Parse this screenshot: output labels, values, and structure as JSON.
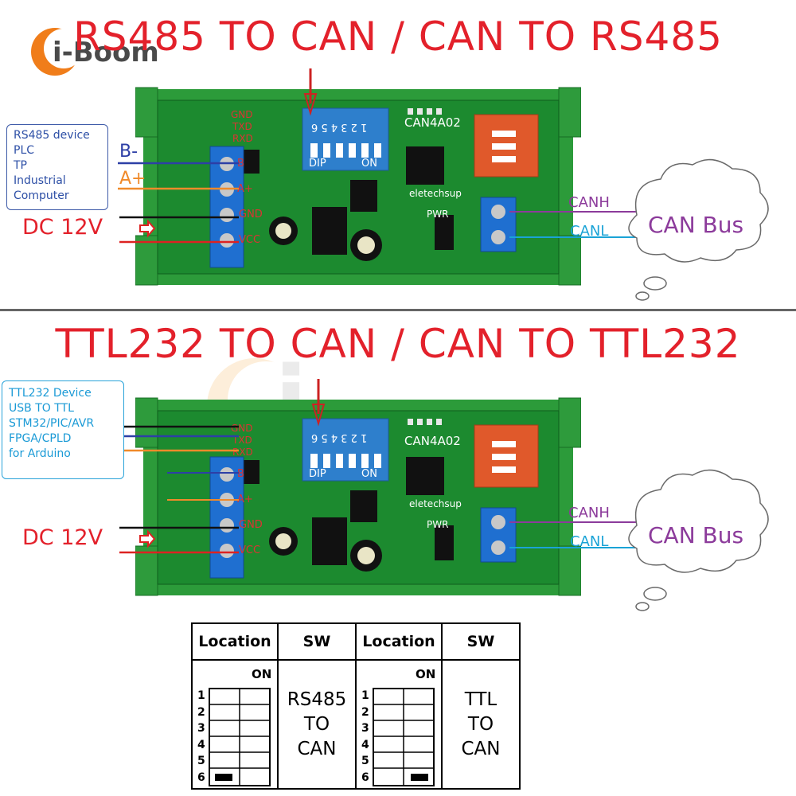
{
  "brand": {
    "logo_text": "i-Boom",
    "watermark_text": "i-Boom"
  },
  "section1": {
    "title": "RS485 TO CAN / CAN TO RS485",
    "device_box": [
      "RS485 device",
      "PLC",
      "TP",
      "Industrial",
      "Computer"
    ],
    "wire_b": "B-",
    "wire_a": "A+",
    "dc_label": "DC 12V",
    "canh": "CANH",
    "canl": "CANL",
    "can_bus": "CAN Bus"
  },
  "section2": {
    "title": "TTL232 TO CAN / CAN TO TTL232",
    "device_box": [
      "TTL232 Device",
      "USB TO TTL",
      "STM32/PIC/AVR",
      "FPGA/CPLD",
      "for Arduino"
    ],
    "dc_label": "DC 12V",
    "canh": "CANH",
    "canl": "CANL",
    "can_bus": "CAN Bus"
  },
  "board": {
    "model": "CAN4A02",
    "brand": "eletechsup",
    "pwr": "PWR",
    "dip": "DIP",
    "on": "ON",
    "dip_numbers": "1 2 3 4 5 6",
    "pins_left": [
      "GND",
      "TXD",
      "RXD"
    ],
    "terminal_pins": [
      "B",
      "A+",
      "GND",
      "VCC"
    ]
  },
  "switch_table": {
    "headers": [
      "Location",
      "SW",
      "Location",
      "SW"
    ],
    "on_label": "ON",
    "positions": [
      "1",
      "2",
      "3",
      "4",
      "5",
      "6"
    ],
    "mode1": [
      "RS485",
      "TO",
      "CAN"
    ],
    "mode2": [
      "TTL",
      "TO",
      "CAN"
    ]
  },
  "colors": {
    "title_red": "#e3212b",
    "wire_blue": "#2d3fa6",
    "wire_orange": "#f08a2a",
    "can_purple": "#8c3b9b",
    "can_cyan": "#1aa3d6",
    "pcb_green": "#1f9a3a"
  }
}
